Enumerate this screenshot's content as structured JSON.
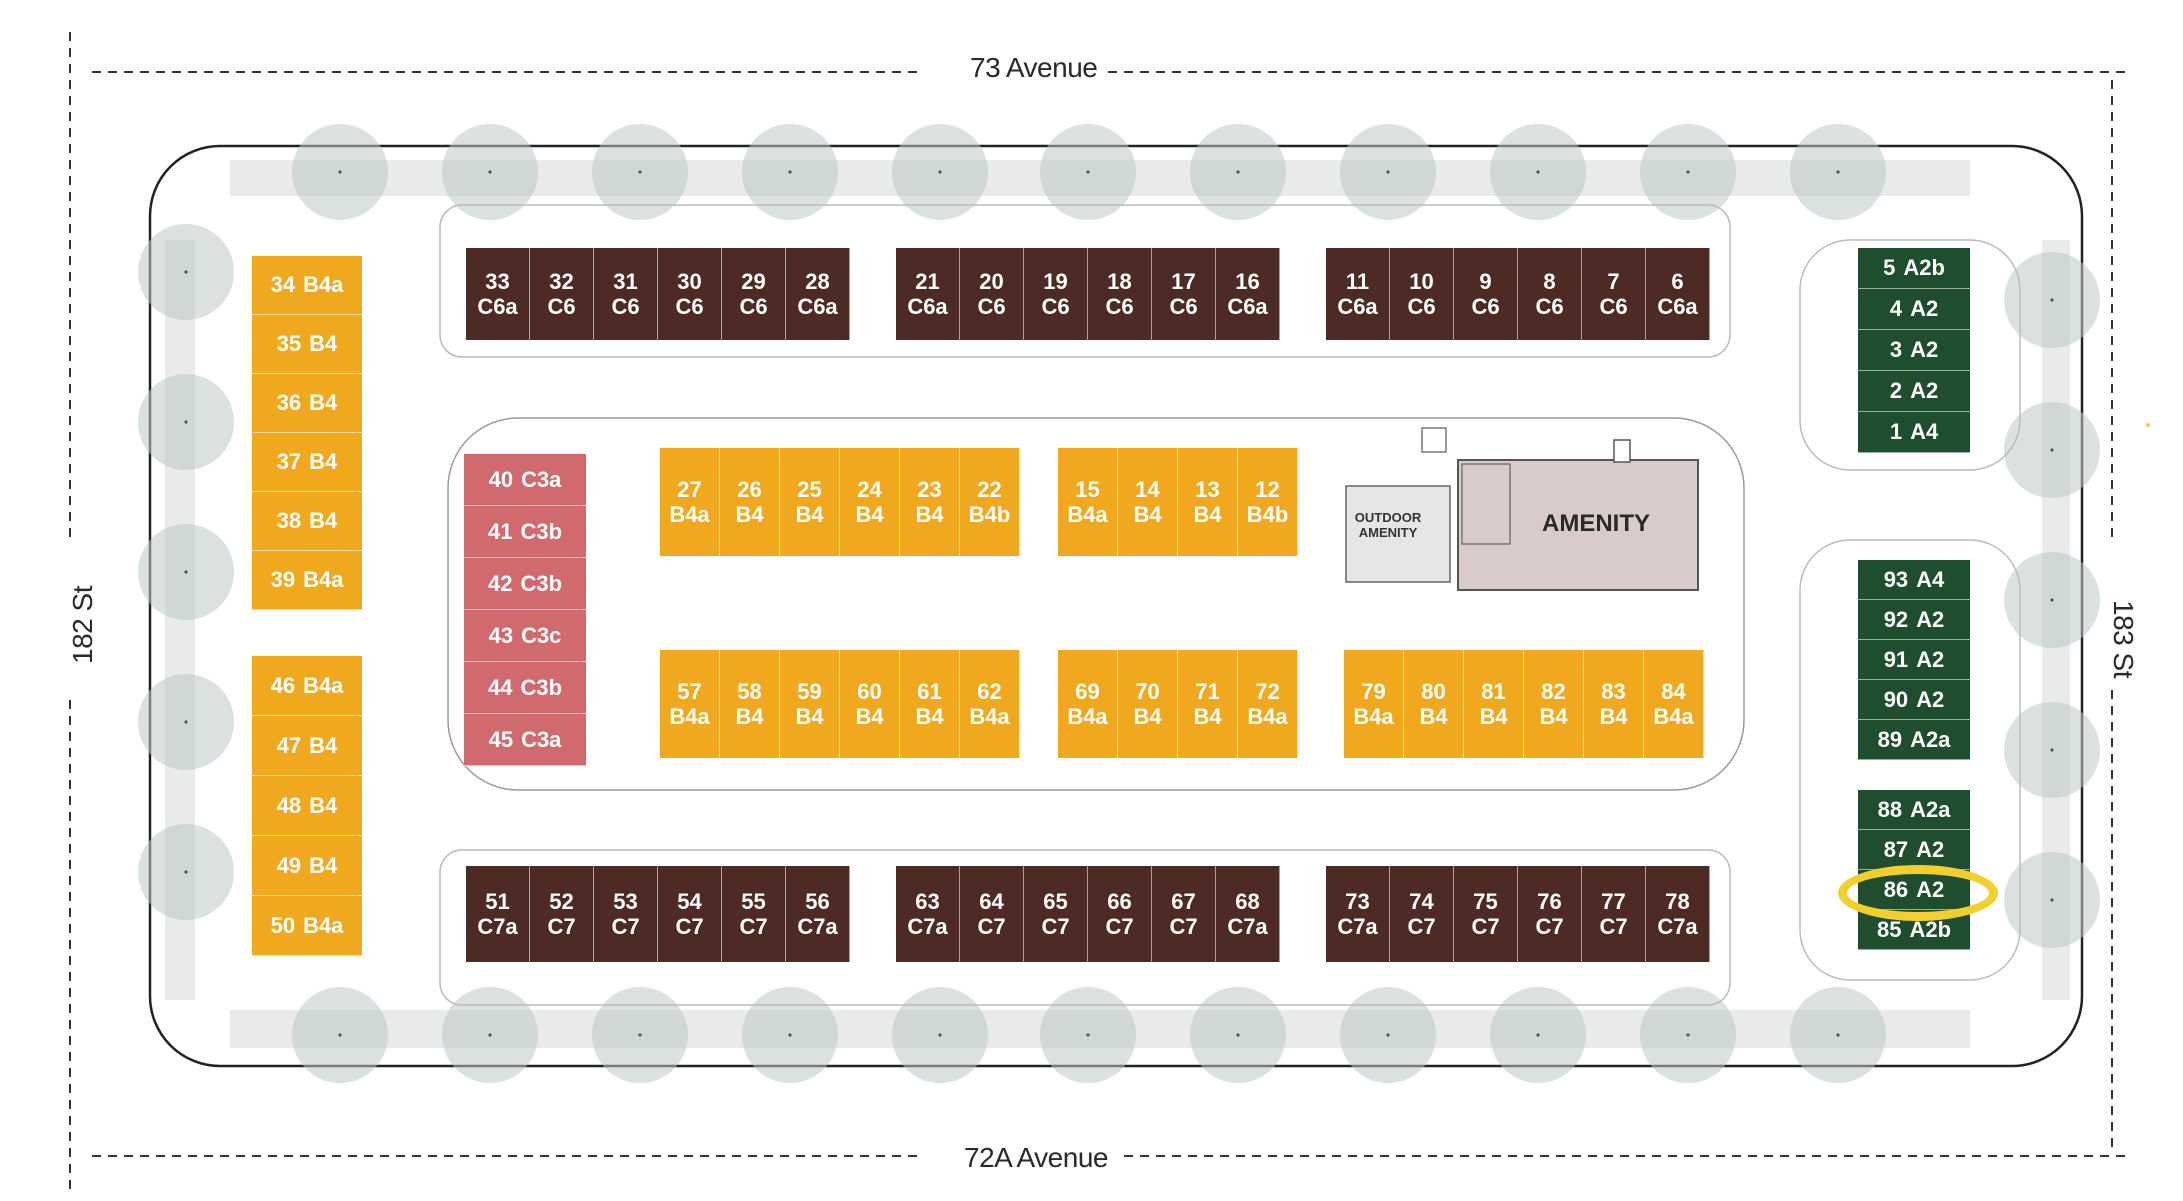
{
  "streets": {
    "north": "73 Avenue",
    "south": "72A Avenue",
    "west": "182 St",
    "east": "183 St"
  },
  "amenity": {
    "label": "AMENITY",
    "outdoor_label": "OUTDOOR AMENITY",
    "outdoor_line1": "OUTDOOR",
    "outdoor_line2": "AMENITY"
  },
  "highlighted_unit": "86 A2",
  "colors": {
    "B": "#f0a81e",
    "C6": "#4e2a24",
    "C7": "#4e2a24",
    "C3": "#d16a6f",
    "A": "#1f4e2e",
    "highlight": "#f2cf2c",
    "site": "#e9ebe8",
    "tree": "#bcc9c3"
  },
  "units": {
    "west_top": [
      {
        "num": "34",
        "type": "B4a"
      },
      {
        "num": "35",
        "type": "B4"
      },
      {
        "num": "36",
        "type": "B4"
      },
      {
        "num": "37",
        "type": "B4"
      },
      {
        "num": "38",
        "type": "B4"
      },
      {
        "num": "39",
        "type": "B4a"
      }
    ],
    "west_bottom": [
      {
        "num": "46",
        "type": "B4a"
      },
      {
        "num": "47",
        "type": "B4"
      },
      {
        "num": "48",
        "type": "B4"
      },
      {
        "num": "49",
        "type": "B4"
      },
      {
        "num": "50",
        "type": "B4a"
      }
    ],
    "north_a": [
      {
        "num": "33",
        "type": "C6a"
      },
      {
        "num": "32",
        "type": "C6"
      },
      {
        "num": "31",
        "type": "C6"
      },
      {
        "num": "30",
        "type": "C6"
      },
      {
        "num": "29",
        "type": "C6"
      },
      {
        "num": "28",
        "type": "C6a"
      }
    ],
    "north_b": [
      {
        "num": "21",
        "type": "C6a"
      },
      {
        "num": "20",
        "type": "C6"
      },
      {
        "num": "19",
        "type": "C6"
      },
      {
        "num": "18",
        "type": "C6"
      },
      {
        "num": "17",
        "type": "C6"
      },
      {
        "num": "16",
        "type": "C6a"
      }
    ],
    "north_c": [
      {
        "num": "11",
        "type": "C6a"
      },
      {
        "num": "10",
        "type": "C6"
      },
      {
        "num": "9",
        "type": "C6"
      },
      {
        "num": "8",
        "type": "C6"
      },
      {
        "num": "7",
        "type": "C6"
      },
      {
        "num": "6",
        "type": "C6a"
      }
    ],
    "c3_column": [
      {
        "num": "40",
        "type": "C3a"
      },
      {
        "num": "41",
        "type": "C3b"
      },
      {
        "num": "42",
        "type": "C3b"
      },
      {
        "num": "43",
        "type": "C3c"
      },
      {
        "num": "44",
        "type": "C3b"
      },
      {
        "num": "45",
        "type": "C3a"
      }
    ],
    "mid_top_a": [
      {
        "num": "27",
        "type": "B4a"
      },
      {
        "num": "26",
        "type": "B4"
      },
      {
        "num": "25",
        "type": "B4"
      },
      {
        "num": "24",
        "type": "B4"
      },
      {
        "num": "23",
        "type": "B4"
      },
      {
        "num": "22",
        "type": "B4b"
      }
    ],
    "mid_top_b": [
      {
        "num": "15",
        "type": "B4a"
      },
      {
        "num": "14",
        "type": "B4"
      },
      {
        "num": "13",
        "type": "B4"
      },
      {
        "num": "12",
        "type": "B4b"
      }
    ],
    "mid_bot_a": [
      {
        "num": "57",
        "type": "B4a"
      },
      {
        "num": "58",
        "type": "B4"
      },
      {
        "num": "59",
        "type": "B4"
      },
      {
        "num": "60",
        "type": "B4"
      },
      {
        "num": "61",
        "type": "B4"
      },
      {
        "num": "62",
        "type": "B4a"
      }
    ],
    "mid_bot_b": [
      {
        "num": "69",
        "type": "B4a"
      },
      {
        "num": "70",
        "type": "B4"
      },
      {
        "num": "71",
        "type": "B4"
      },
      {
        "num": "72",
        "type": "B4a"
      }
    ],
    "mid_bot_c": [
      {
        "num": "79",
        "type": "B4a"
      },
      {
        "num": "80",
        "type": "B4"
      },
      {
        "num": "81",
        "type": "B4"
      },
      {
        "num": "82",
        "type": "B4"
      },
      {
        "num": "83",
        "type": "B4"
      },
      {
        "num": "84",
        "type": "B4a"
      }
    ],
    "south_a": [
      {
        "num": "51",
        "type": "C7a"
      },
      {
        "num": "52",
        "type": "C7"
      },
      {
        "num": "53",
        "type": "C7"
      },
      {
        "num": "54",
        "type": "C7"
      },
      {
        "num": "55",
        "type": "C7"
      },
      {
        "num": "56",
        "type": "C7a"
      }
    ],
    "south_b": [
      {
        "num": "63",
        "type": "C7a"
      },
      {
        "num": "64",
        "type": "C7"
      },
      {
        "num": "65",
        "type": "C7"
      },
      {
        "num": "66",
        "type": "C7"
      },
      {
        "num": "67",
        "type": "C7"
      },
      {
        "num": "68",
        "type": "C7a"
      }
    ],
    "south_c": [
      {
        "num": "73",
        "type": "C7a"
      },
      {
        "num": "74",
        "type": "C7"
      },
      {
        "num": "75",
        "type": "C7"
      },
      {
        "num": "76",
        "type": "C7"
      },
      {
        "num": "77",
        "type": "C7"
      },
      {
        "num": "78",
        "type": "C7a"
      }
    ],
    "east_top": [
      {
        "num": "5",
        "type": "A2b"
      },
      {
        "num": "4",
        "type": "A2"
      },
      {
        "num": "3",
        "type": "A2"
      },
      {
        "num": "2",
        "type": "A2"
      },
      {
        "num": "1",
        "type": "A4"
      }
    ],
    "east_mid": [
      {
        "num": "93",
        "type": "A4"
      },
      {
        "num": "92",
        "type": "A2"
      },
      {
        "num": "91",
        "type": "A2"
      },
      {
        "num": "90",
        "type": "A2"
      },
      {
        "num": "89",
        "type": "A2a"
      }
    ],
    "east_bot": [
      {
        "num": "88",
        "type": "A2a"
      },
      {
        "num": "87",
        "type": "A2"
      },
      {
        "num": "86",
        "type": "A2"
      },
      {
        "num": "85",
        "type": "A2b"
      }
    ]
  }
}
